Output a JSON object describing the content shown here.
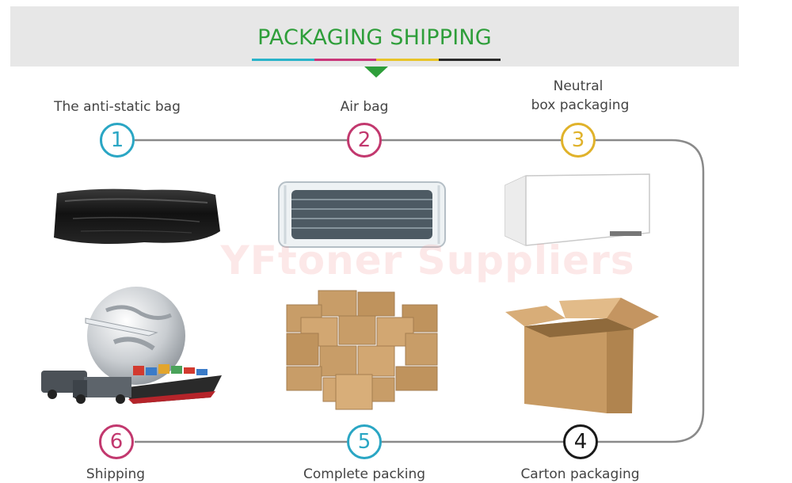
{
  "header": {
    "title": "PACKAGING SHIPPING",
    "underline_colors": [
      "#2ab3c9",
      "#c9367a",
      "#e8c42a",
      "#2b2b2b"
    ],
    "title_color": "#2e9e3a"
  },
  "watermark": "YFtoner Suppliers",
  "steps": [
    {
      "number": "1",
      "label": "The anti-static bag",
      "color": "#2aa6c4"
    },
    {
      "number": "2",
      "label": "Air bag",
      "color": "#c2386e"
    },
    {
      "number": "3",
      "label_line1": "Neutral",
      "label_line2": "box packaging",
      "color": "#e0b22a"
    },
    {
      "number": "4",
      "label": "Carton packaging",
      "color": "#1a1a1a"
    },
    {
      "number": "5",
      "label": "Complete packing",
      "color": "#2aa6c4"
    },
    {
      "number": "6",
      "label": "Shipping",
      "color": "#c2386e"
    }
  ]
}
